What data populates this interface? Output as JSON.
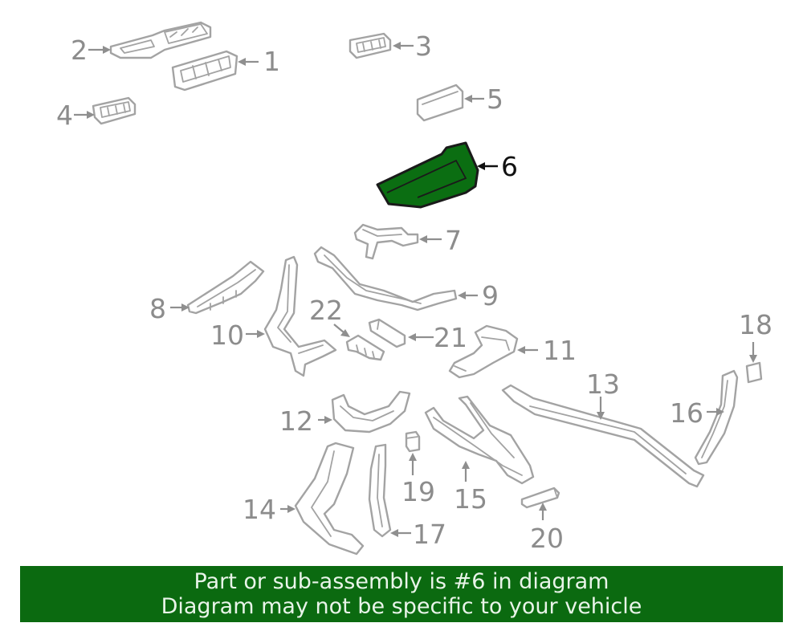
{
  "callouts": {
    "c1": "1",
    "c2": "2",
    "c3": "3",
    "c4": "4",
    "c5": "5",
    "c6": "6",
    "c7": "7",
    "c8": "8",
    "c9": "9",
    "c10": "10",
    "c11": "11",
    "c12": "12",
    "c13": "13",
    "c14": "14",
    "c15": "15",
    "c16": "16",
    "c17": "17",
    "c18": "18",
    "c19": "19",
    "c20": "20",
    "c21": "21",
    "c22": "22"
  },
  "highlighted_part": "6",
  "banner": {
    "line1": "Part or sub-assembly is #6 in diagram",
    "line2": "Diagram may not be specific to your vehicle"
  },
  "colors": {
    "highlight_fill": "#0b6e12",
    "banner_background": "#0b6a10",
    "line_art": "#a3a3a3",
    "banner_text": "#e9f4e9"
  }
}
